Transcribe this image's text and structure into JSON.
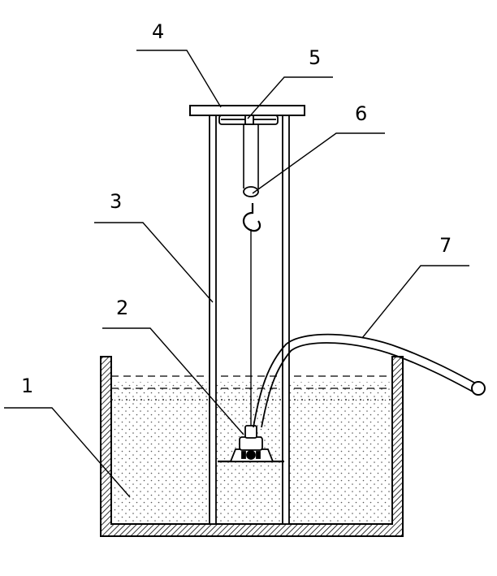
{
  "labels": {
    "tank": "1",
    "pump": "2",
    "support_frame": "3",
    "top_plate": "4",
    "pulley": "5",
    "hook": "6",
    "hose": "7"
  },
  "colors": {
    "ink": "#000000",
    "water_dots": "#555555",
    "background": "#ffffff"
  }
}
